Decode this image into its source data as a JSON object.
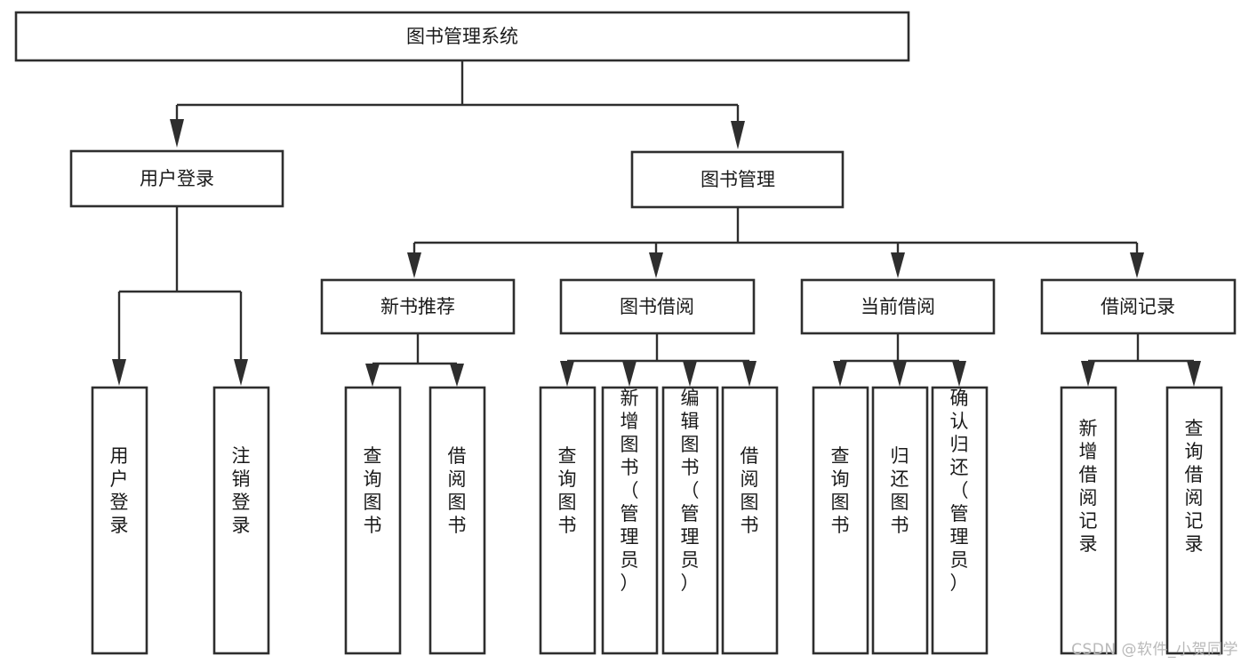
{
  "diagram": {
    "type": "tree-hierarchy",
    "title": "图书管理系统",
    "watermark": "CSDN @软件_小贺同学",
    "colors": {
      "stroke": "#2e2e2e",
      "fill": "#ffffff",
      "text": "#1a1a1a",
      "watermark": "#b9b9b9"
    },
    "levels": {
      "root": {
        "label": "图书管理系统"
      },
      "level2": [
        {
          "label": "用户登录"
        },
        {
          "label": "图书管理"
        }
      ],
      "level3": [
        {
          "label": "新书推荐"
        },
        {
          "label": "图书借阅"
        },
        {
          "label": "当前借阅"
        },
        {
          "label": "借阅记录"
        }
      ],
      "leaves": [
        {
          "label": "用户登录",
          "parent": "用户登录"
        },
        {
          "label": "注销登录",
          "parent": "用户登录"
        },
        {
          "label": "查询图书",
          "parent": "新书推荐"
        },
        {
          "label": "借阅图书",
          "parent": "新书推荐"
        },
        {
          "label": "查询图书",
          "parent": "图书借阅"
        },
        {
          "label": "新增图书（管理员）",
          "parent": "图书借阅"
        },
        {
          "label": "编辑图书（管理员）",
          "parent": "图书借阅"
        },
        {
          "label": "借阅图书",
          "parent": "图书借阅"
        },
        {
          "label": "查询图书",
          "parent": "当前借阅"
        },
        {
          "label": "归还图书",
          "parent": "当前借阅"
        },
        {
          "label": "确认归还（管理员）",
          "parent": "当前借阅"
        },
        {
          "label": "新增借阅记录",
          "parent": "借阅记录"
        },
        {
          "label": "查询借阅记录",
          "parent": "借阅记录"
        }
      ]
    }
  }
}
